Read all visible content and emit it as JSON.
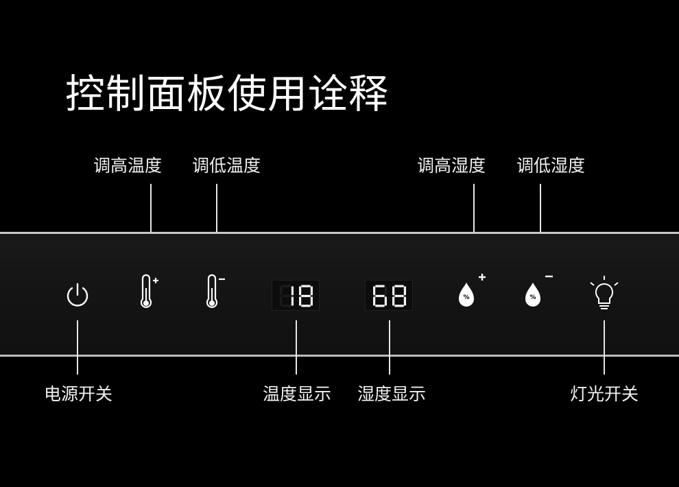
{
  "title": "控制面板使用诠释",
  "top_labels": {
    "temp_up": "调高温度",
    "temp_down": "调低温度",
    "humidity_up": "调高湿度",
    "humidity_down": "调低湿度"
  },
  "bottom_labels": {
    "power": "电源开关",
    "temp_display": "温度显示",
    "humidity_display": "湿度显示",
    "light": "灯光开关"
  },
  "displays": {
    "temperature": "18",
    "humidity": "68"
  },
  "icons": [
    "power-icon",
    "thermometer-plus-icon",
    "thermometer-minus-icon",
    "humidity-plus-icon",
    "humidity-minus-icon",
    "light-bulb-icon"
  ],
  "colors": {
    "background": "#000000",
    "panel": "#151515",
    "foreground": "#ffffff"
  }
}
